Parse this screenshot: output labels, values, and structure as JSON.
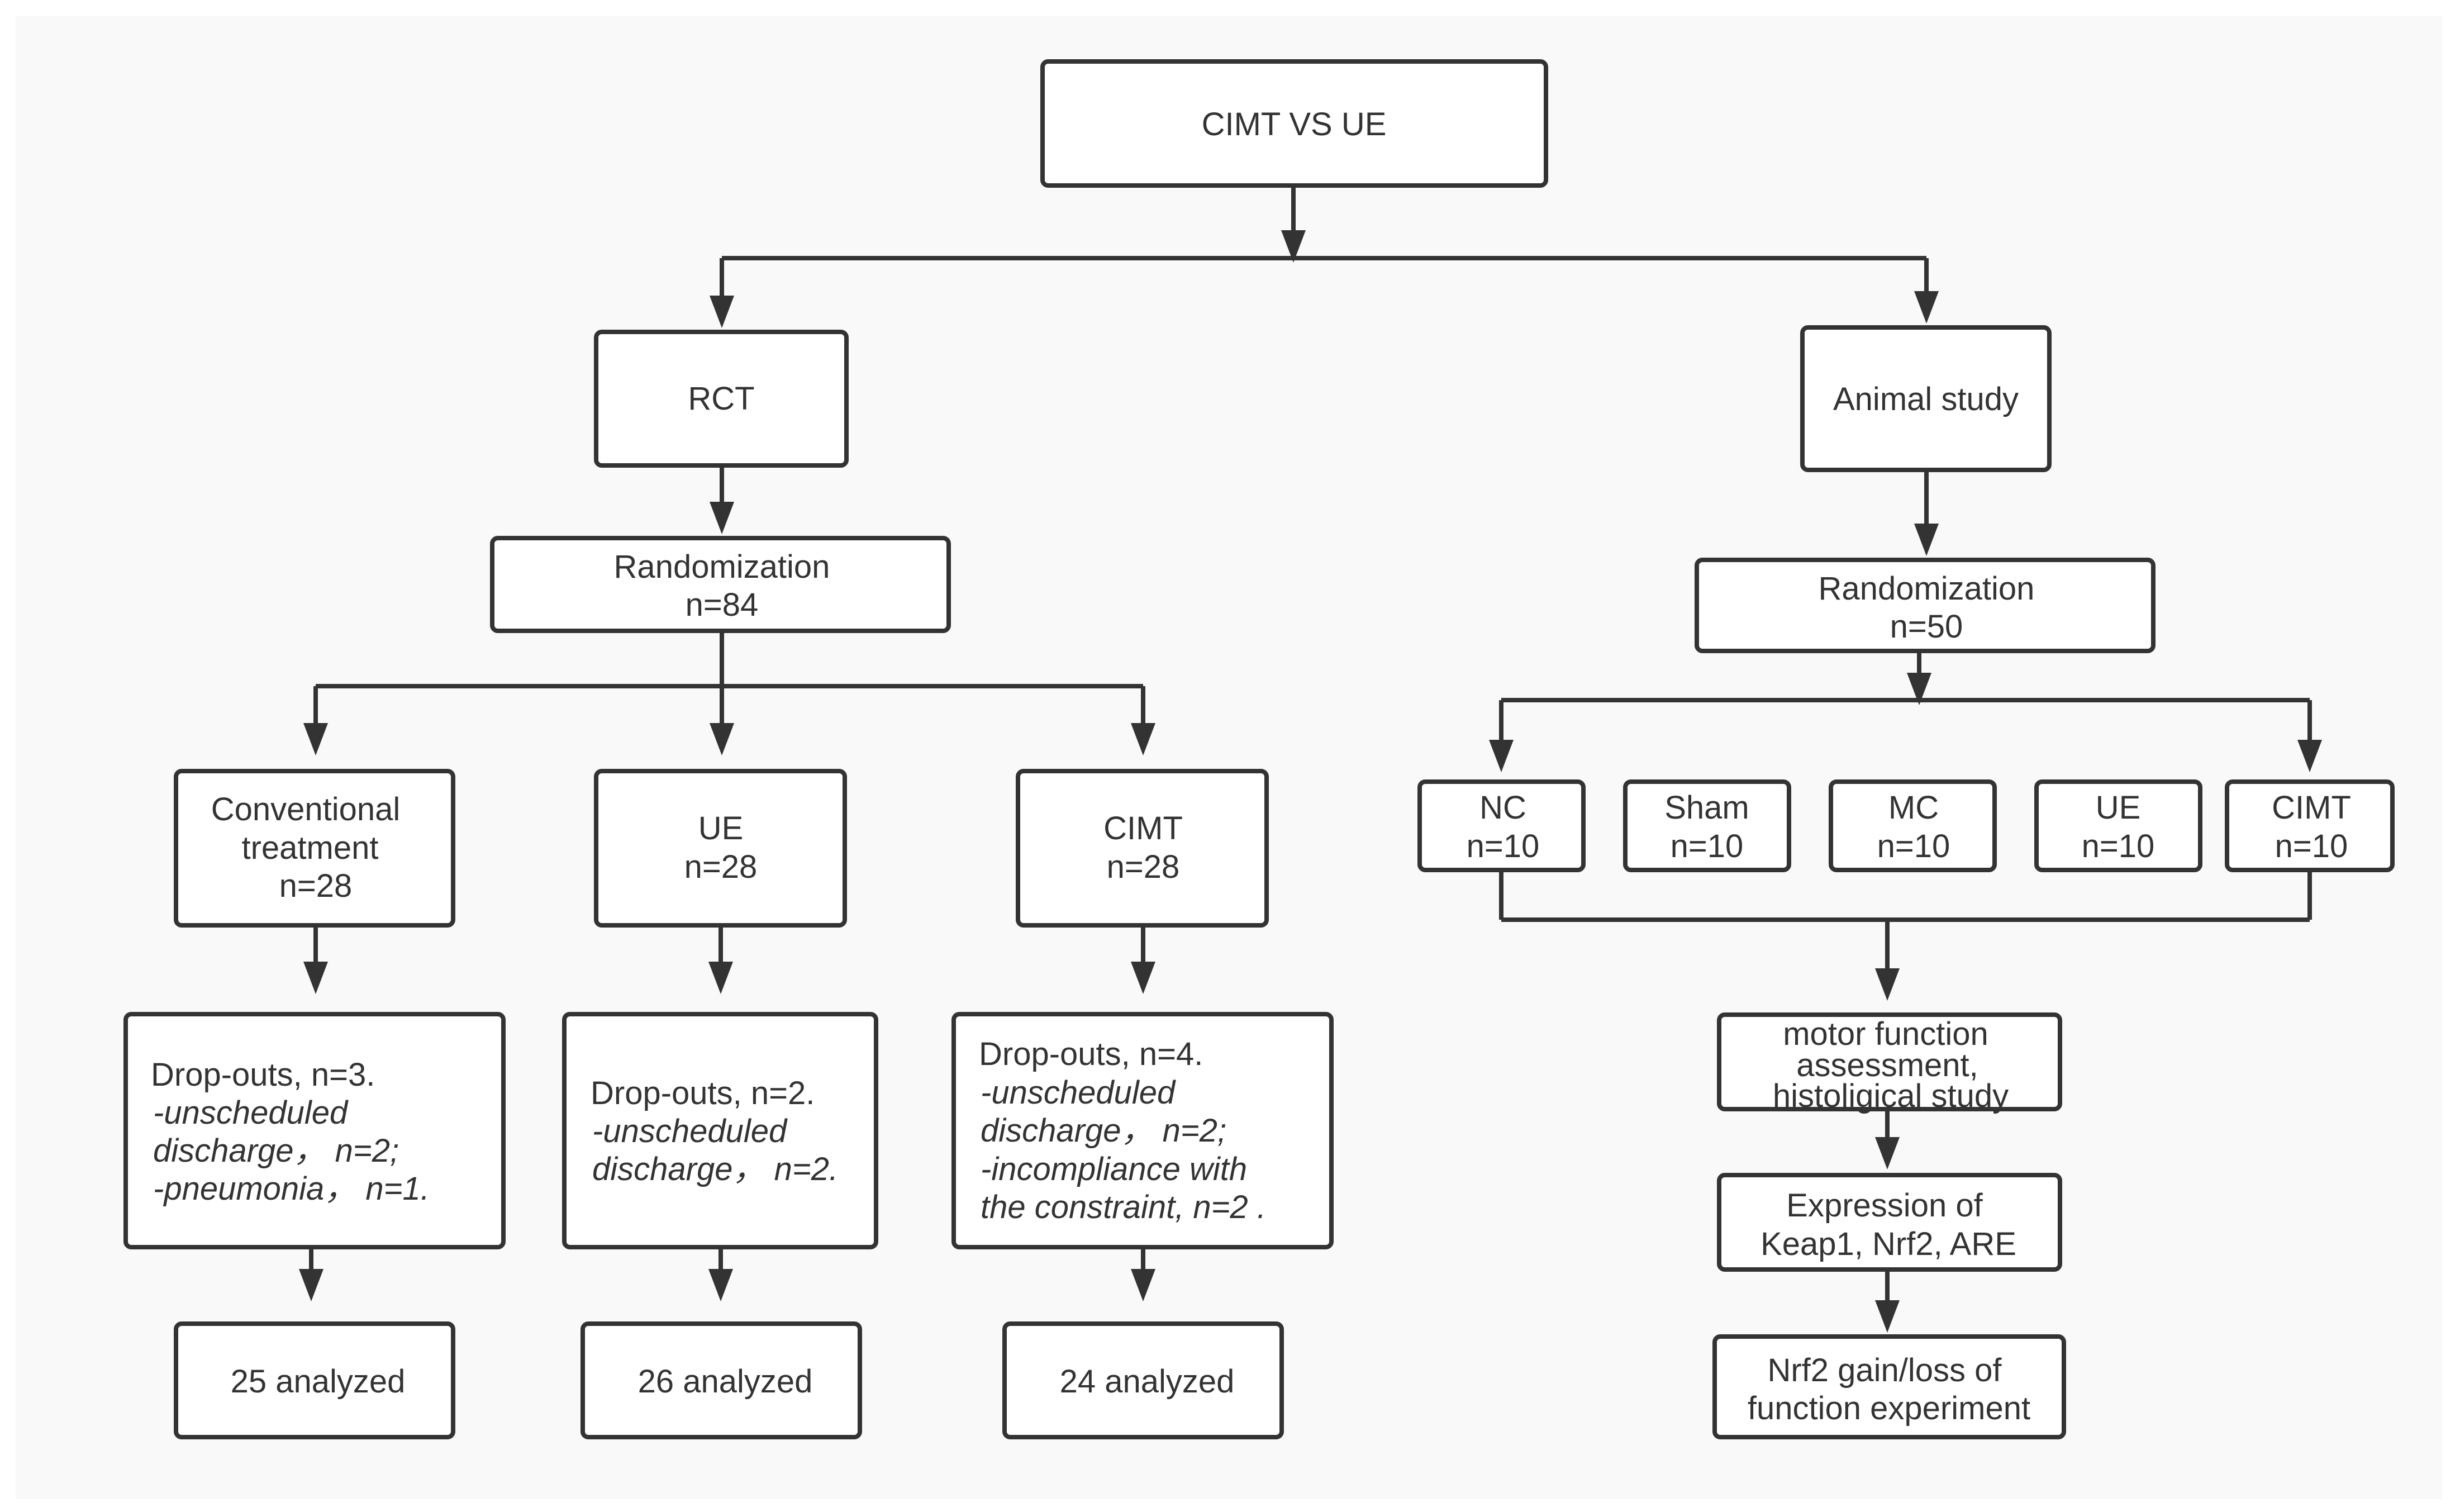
{
  "top": {
    "label": "CIMT VS UE"
  },
  "rct": {
    "label": "RCT",
    "randomization": [
      "Randomization",
      "n=84"
    ],
    "arms": [
      {
        "id": "conventional",
        "name": [
          "Conventional",
          "treatment",
          "n=28"
        ],
        "dropouts": {
          "heading": "Drop-outs, n=3.",
          "details": [
            "-unscheduled",
            "discharge， n=2;",
            "-pneumonia， n=1."
          ]
        },
        "analyzed": "25 analyzed"
      },
      {
        "id": "ue",
        "name": [
          "UE",
          "n=28"
        ],
        "dropouts": {
          "heading": "Drop-outs, n=2.",
          "details": [
            "-unscheduled",
            "discharge， n=2."
          ]
        },
        "analyzed": "26 analyzed"
      },
      {
        "id": "cimt",
        "name": [
          "CIMT",
          "n=28"
        ],
        "dropouts": {
          "heading": "Drop-outs, n=4.",
          "details": [
            "-unscheduled",
            "discharge， n=2;",
            "-incompliance with",
            "the constraint, n=2 ."
          ]
        },
        "analyzed": "24 analyzed"
      }
    ]
  },
  "animal": {
    "label": "Animal study",
    "randomization": [
      "Randomization",
      "n=50"
    ],
    "groups": [
      {
        "id": "nc",
        "name": [
          "NC",
          "n=10"
        ]
      },
      {
        "id": "sham",
        "name": [
          "Sham",
          "n=10"
        ]
      },
      {
        "id": "mc",
        "name": [
          "MC",
          "n=10"
        ]
      },
      {
        "id": "ue",
        "name": [
          "UE",
          "n=10"
        ]
      },
      {
        "id": "cimt",
        "name": [
          "CIMT",
          "n=10"
        ]
      }
    ],
    "steps": [
      [
        "motor function",
        "assessment,",
        "histoligical study"
      ],
      [
        "Expression of",
        "Keap1, Nrf2, ARE"
      ],
      [
        "Nrf2 gain/loss of",
        "function experiment"
      ]
    ]
  }
}
